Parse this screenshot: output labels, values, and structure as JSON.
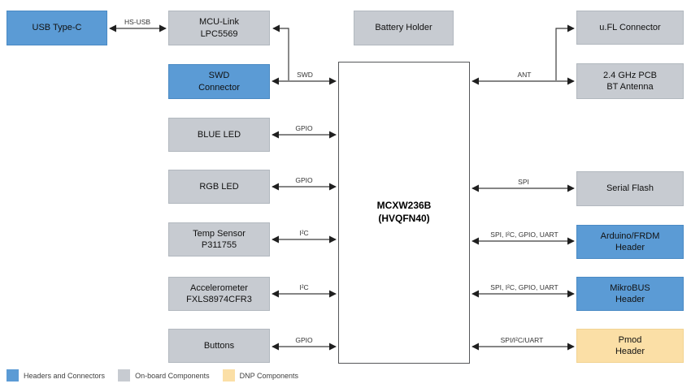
{
  "colors": {
    "header_blue": "#5B9BD5",
    "onboard_gray": "#C7CBD1",
    "dnp_orange": "#FBDFA6",
    "line": "#262626"
  },
  "blocks": {
    "usb_type_c": "USB Type-C",
    "mcu_link": "MCU-Link\nLPC5569",
    "swd_connector": "SWD\nConnector",
    "blue_led": "BLUE LED",
    "rgb_led": "RGB LED",
    "temp_sensor": "Temp Sensor\nP311755",
    "accelerometer": "Accelerometer\nFXLS8974CFR3",
    "buttons": "Buttons",
    "battery_holder": "Battery Holder",
    "mcu": "MCXW236B\n(HVQFN40)",
    "ufl_connector": "u.FL Connector",
    "bt_antenna": "2.4 GHz PCB\nBT Antenna",
    "serial_flash": "Serial Flash",
    "arduino_header": "Arduino/FRDM\nHeader",
    "mikrobus_header": "MikroBUS\nHeader",
    "pmod_header": "Pmod\nHeader"
  },
  "links": {
    "hs_usb": "HS-USB",
    "swd": "SWD",
    "gpio_blue_led": "GPIO",
    "gpio_rgb_led": "GPIO",
    "i2c_temp_sensor": "I²C",
    "i2c_accelerometer": "I²C",
    "gpio_buttons": "GPIO",
    "ant": "ANT",
    "spi": "SPI",
    "arduino_bus": "SPI, I²C, GPIO, UART",
    "mikrobus_bus": "SPI, I²C, GPIO, UART",
    "pmod_bus": "SPI/I²C/UART"
  },
  "legend": {
    "headers_connectors": "Headers and Connectors",
    "onboard_components": "On-board Components",
    "dnp_components": "DNP Components"
  }
}
